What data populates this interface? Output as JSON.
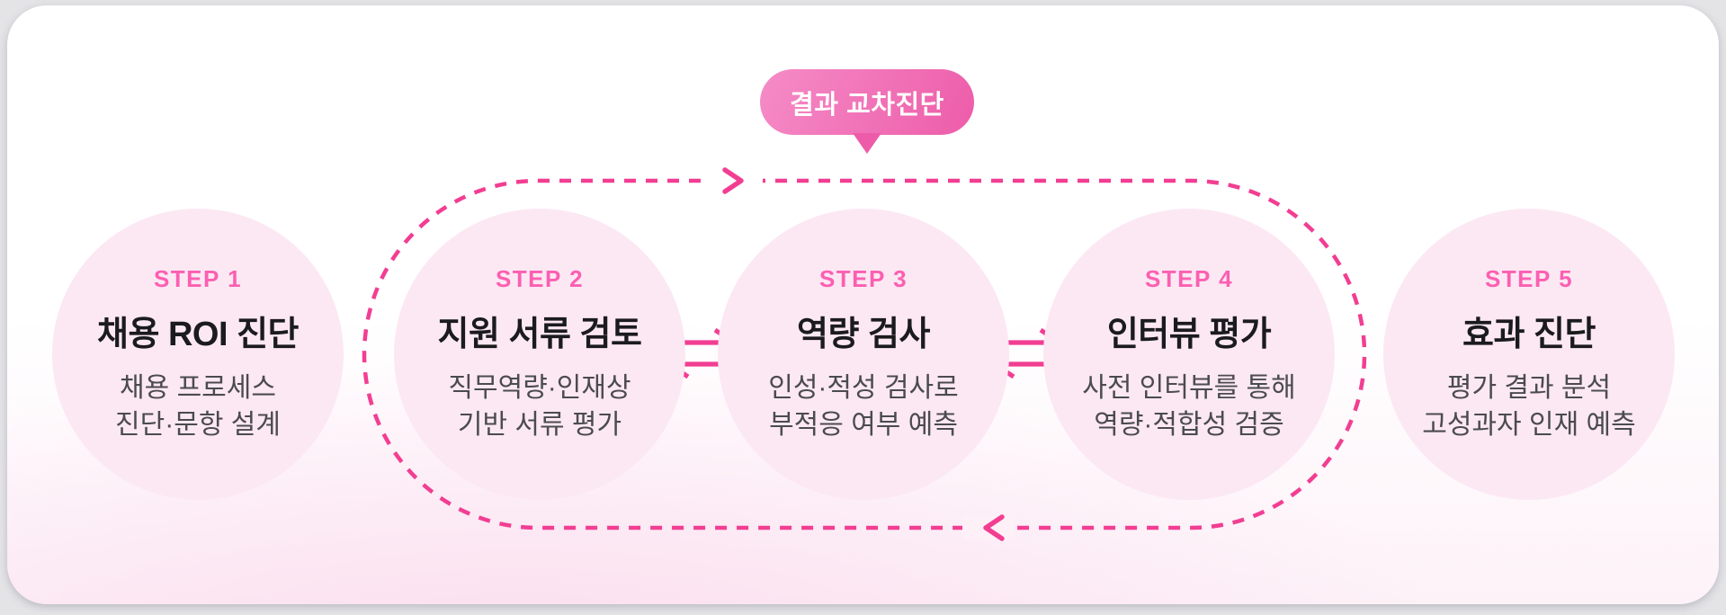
{
  "bubble": {
    "label": "결과 교차진단"
  },
  "steps": [
    {
      "step": "STEP 1",
      "title": "채용 ROI 진단",
      "desc": "채용 프로세스\n진단·문항 설계"
    },
    {
      "step": "STEP 2",
      "title": "지원 서류 검토",
      "desc": "직무역량·인재상\n기반 서류 평가"
    },
    {
      "step": "STEP 3",
      "title": "역량 검사",
      "desc": "인성·적성 검사로\n부적응 여부 예측"
    },
    {
      "step": "STEP 4",
      "title": "인터뷰 평가",
      "desc": "사전 인터뷰를 통해\n역량·적합성 검증"
    },
    {
      "step": "STEP 5",
      "title": "효과 진단",
      "desc": "평가 결과 분석\n고성과자 인재 예측"
    }
  ],
  "icons": {
    "loop": "dashed-cycle-loop",
    "loop_arrow_top": "arrow-right",
    "loop_arrow_bottom": "arrow-left",
    "exchange": "bidirectional-exchange-arrows"
  },
  "colors": {
    "accent_pink": "#f23e92",
    "bubble_pink_light": "#f58cc7",
    "bubble_pink": "#ed5ca9",
    "circle_fill": "#fce8f3",
    "step_label": "#fc5fb1",
    "title_text": "#1b1b1d",
    "desc_text": "#4b4b4f",
    "card_bottom_tint": "#fdf2f8"
  }
}
